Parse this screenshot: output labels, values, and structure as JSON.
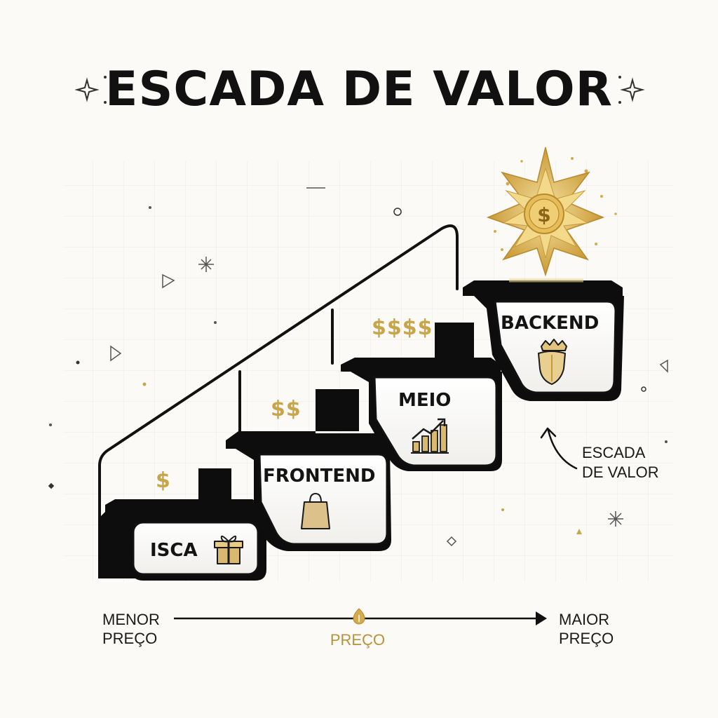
{
  "title": "ESCADA DE VALOR",
  "steps": [
    {
      "label": "ISCA",
      "price_marker": "$",
      "icon": "gift-icon"
    },
    {
      "label": "FRONTEND",
      "price_marker": "$$",
      "icon": "shopping-bag-icon"
    },
    {
      "label": "MEIO",
      "price_marker": "$$$$",
      "icon": "growth-chart-icon"
    },
    {
      "label": "BACKEND",
      "price_marker": "",
      "icon": "crown-shield-icon"
    }
  ],
  "top_badge_icon": "star-dollar-icon",
  "annotation": {
    "line1": "ESCADA",
    "line2": "DE VALOR",
    "icon": "curved-arrow-icon"
  },
  "axis": {
    "left_line1": "MENOR",
    "left_line2": "PREÇO",
    "center": "PREÇO",
    "right_line1": "MAIOR",
    "right_line2": "PREÇO"
  },
  "colors": {
    "ink": "#111111",
    "gold": "#c9a54a",
    "background": "#fbfaf7"
  }
}
